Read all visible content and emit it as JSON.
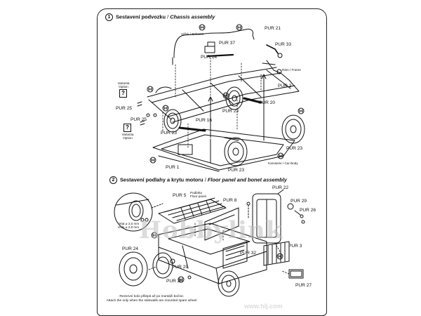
{
  "sections": [
    {
      "number": "1",
      "title": "Sestavení podvozku",
      "subtitle": "Chassis assembly"
    },
    {
      "number": "2",
      "title": "Sestavení podlahy a krytu motoru",
      "subtitle": "Floor panel and bonet assembly"
    }
  ],
  "chassis_labels": {
    "pur21": "PUR 21",
    "pur37": "PUR 37",
    "pur14": "PUR 14",
    "pur33": "PUR 33",
    "pur2": "PUR 2",
    "pur25a": "PUR 25",
    "pur25b": "PUR 25",
    "pur23a": "PUR 23",
    "pur23b": "PUR 23",
    "pur23c": "PUR 23",
    "pur23d": "PUR 23",
    "pur16": "PUR 16",
    "pur20": "PUR 20",
    "pur1": "PUR 1"
  },
  "chassis_notes": {
    "exhaust": "Výfuk / Exhaust",
    "frame": "Rám / Frame",
    "body": "Karoserie / Car Body",
    "varianta1_line1": "Varianta",
    "varianta1_line2": "Option",
    "varianta2_line1": "Varianta",
    "varianta2_line2": "Option",
    "question_mark": "?"
  },
  "floor_labels": {
    "pur22": "PUR 22",
    "pur5": "PUR 5",
    "pur8": "PUR 8",
    "pur29a": "PUR 29",
    "pur26a": "PUR 26",
    "pur24": "PUR 24",
    "pur29b": "PUR 29",
    "pur32": "PUR 32",
    "pur3": "PUR 3",
    "pur26b": "PUR 26",
    "pur27": "PUR 27"
  },
  "floor_notes": {
    "floor_panel_line1": "Podlaha",
    "floor_panel_line2": "Floor panel",
    "vrtat_line1": "Vrtat ⌀ 2,0 mm",
    "vrtat_line2": "Hole ⌀ 2,0 mm"
  },
  "footer": {
    "line1": "Rezervní kolo přilepit až po montáži bočnic",
    "line2": "Attach the only when the sidewalls are mounted spare wheel"
  },
  "watermark": {
    "brand": "Hobbylink",
    "url": "www.hlj.com"
  },
  "colors": {
    "ink": "#111111",
    "frame": "#222222",
    "watermark": "#bdbdbd"
  }
}
